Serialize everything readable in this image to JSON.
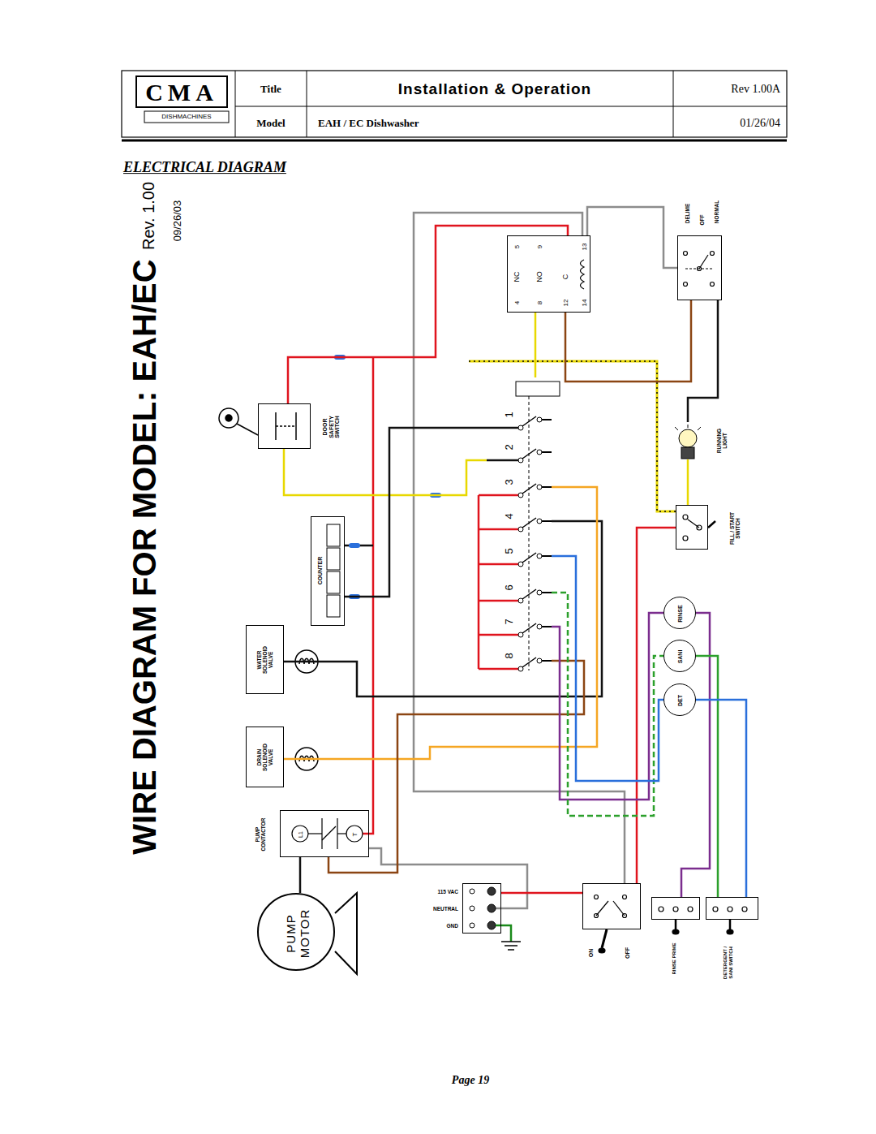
{
  "diagram": {
    "title": "ELECTRICAL DIAGRAM",
    "nodes": [
      {
        "text": [
          "NC",
          "NO",
          "C",
          "4",
          "5",
          "8",
          "9",
          "12",
          "14",
          "13"
        ]
      },
      {
        "text": [
          "1",
          "2",
          "3",
          "4",
          "5",
          "6",
          "7",
          "8"
        ]
      },
      {
        "text": [
          "DOOR SAFETY SWITCH"
        ]
      },
      {
        "text": [
          "COUNTER"
        ]
      },
      {
        "text": [
          "WATER SOLENOID VALVE"
        ]
      },
      {
        "text": [
          "DRAIN SOLENOID VALVE"
        ]
      },
      {
        "text": [
          "PUMP CONTACTOR",
          "L1",
          "T"
        ]
      },
      {
        "text": [
          "PUMP MOTOR"
        ]
      },
      {
        "text": [
          "115 VAC",
          "NEUTRAL",
          "GND"
        ]
      },
      {
        "text": [
          "ON",
          "OFF"
        ]
      },
      {
        "text": [
          "RINSE PRIME"
        ]
      },
      {
        "text": [
          "DETERGENT / SANI SWITCH"
        ]
      },
      {
        "text": [
          "RINSE"
        ]
      },
      {
        "text": [
          "SANI"
        ]
      },
      {
        "text": [
          "DET"
        ]
      },
      {
        "text": [
          "FILL / START SWITCH"
        ]
      },
      {
        "text": [
          "RUNNING LIGHT"
        ]
      },
      {
        "text": [
          "DELIME",
          "OFF",
          "NORMAL"
        ]
      }
    ],
    "edges": [
      {
        "from": 8,
        "to": 9,
        "arrow": "none"
      },
      {
        "from": 9,
        "to": 15,
        "arrow": "none"
      },
      {
        "from": 2,
        "to": 0,
        "arrow": "none"
      },
      {
        "from": 2,
        "to": 1,
        "arrow": "none"
      },
      {
        "from": 3,
        "to": 1,
        "arrow": "none"
      },
      {
        "from": 4,
        "to": 1,
        "arrow": "none"
      },
      {
        "from": 5,
        "to": 1,
        "arrow": "none"
      },
      {
        "from": 6,
        "to": 1,
        "arrow": "none"
      },
      {
        "from": 6,
        "to": 7,
        "arrow": "none"
      },
      {
        "from": 1,
        "to": 12,
        "arrow": "none"
      },
      {
        "from": 1,
        "to": 13,
        "arrow": "none"
      },
      {
        "from": 1,
        "to": 14,
        "arrow": "none"
      },
      {
        "from": 10,
        "to": 12,
        "arrow": "none"
      },
      {
        "from": 11,
        "to": 13,
        "arrow": "none"
      },
      {
        "from": 11,
        "to": 14,
        "arrow": "none"
      },
      {
        "from": 0,
        "to": 17,
        "arrow": "none"
      },
      {
        "from": 17,
        "to": 16,
        "arrow": "none"
      },
      {
        "from": 16,
        "to": 15,
        "arrow": "none"
      },
      {
        "from": 0,
        "to": 1,
        "arrow": "none"
      }
    ],
    "labels": [
      "CMA",
      "DISHMACHINES",
      "Title",
      "Installation & Operation",
      "Rev 1.00A",
      "Model",
      "EAH / EC Dishwasher",
      "01/26/04",
      "WIRE DIAGRAM FOR MODEL: EAH/EC",
      "Rev. 1.00",
      "09/26/03",
      "Page 19"
    ]
  }
}
